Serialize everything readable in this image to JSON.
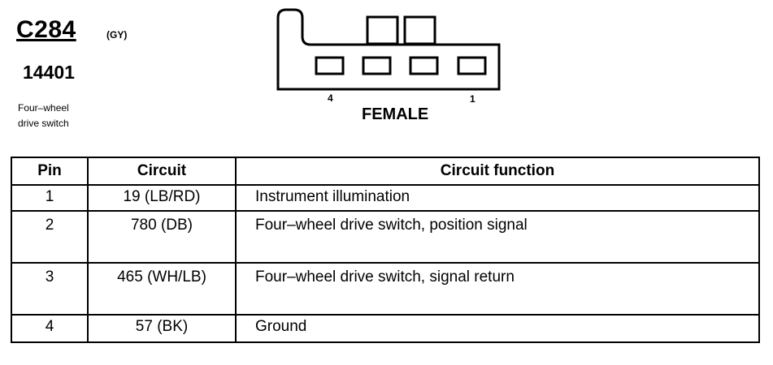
{
  "connector": {
    "id": "C284",
    "color": "(GY)",
    "part_number": "14401",
    "description_line1": "Four–wheel",
    "description_line2": "drive switch",
    "gender": "FEMALE",
    "pin_left_label": "4",
    "pin_right_label": "1"
  },
  "table": {
    "headers": {
      "pin": "Pin",
      "circuit": "Circuit",
      "function": "Circuit function"
    },
    "rows": [
      {
        "pin": "1",
        "circuit": "19 (LB/RD)",
        "function": "Instrument illumination"
      },
      {
        "pin": "2",
        "circuit": "780 (DB)",
        "function": "Four–wheel drive switch, position signal"
      },
      {
        "pin": "3",
        "circuit": "465 (WH/LB)",
        "function": "Four–wheel drive switch, signal return"
      },
      {
        "pin": "4",
        "circuit": "57 (BK)",
        "function": "Ground"
      }
    ]
  }
}
